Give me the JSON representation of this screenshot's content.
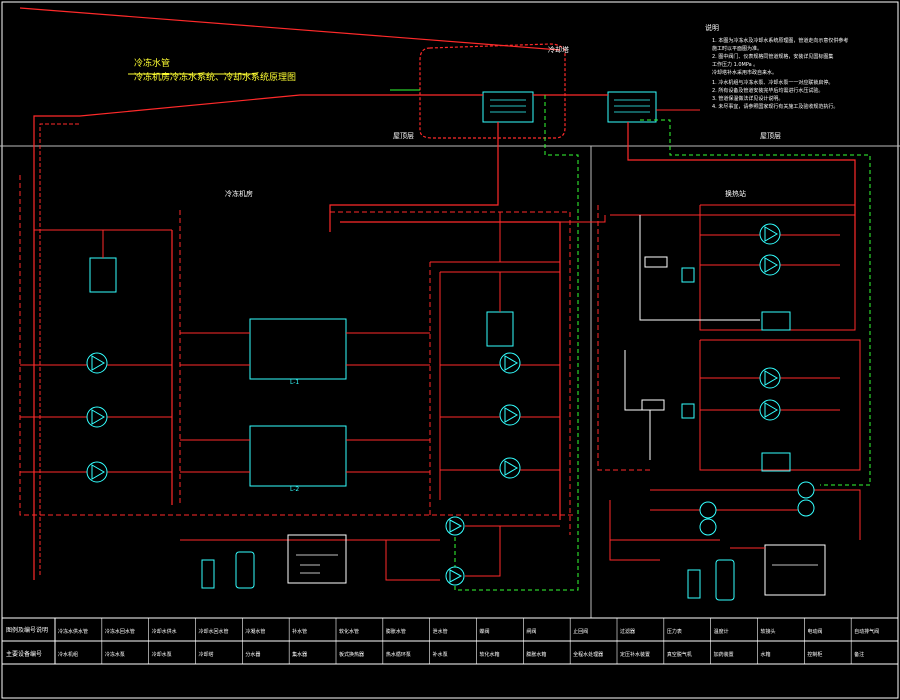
{
  "notes_heading": "说明",
  "note_lines": [
    "1.  本图为冷冻水及冷却水系统原理图，管道走向示意仅供参考",
    "    施工时以平面图为准。",
    "2.  图中阀门、仪表规格同管道规格，安装详见国标图集",
    "    工作压力 1.0MPa 。",
    "    冷却塔补水采用市政自来水。",
    "1.  冷水机组与冷冻水泵、冷却水泵一一对应联锁启停。",
    "2.  所有设备及管道安装完毕后均需进行水压试验。",
    "3.  管道保温做法详见设计说明。",
    "4.  未尽事宜，请参照国家现行有关施工及验收规范执行。"
  ],
  "top_annotation": {
    "line1": "冷冻水管",
    "line2": "冷冻机房冷冻水系统、冷却水系统原理图"
  },
  "zones": {
    "chiller_room": "冷冻机房",
    "heat_room": "换热站",
    "roof_left": "屋顶层",
    "roof_right": "屋顶层",
    "cooling_tower": "冷却塔"
  },
  "legend": {
    "row1_title": "图例及编号说明",
    "row2_title": "主要设备编号",
    "row1": [
      "冷冻水供水管",
      "冷冻水回水管",
      "冷却水供水",
      "冷却水回水管",
      "冷凝水管",
      "补水管",
      "软化水管",
      "膨胀水管",
      "泄水管",
      "蝶阀",
      "闸阀",
      "止回阀",
      "过滤器",
      "压力表",
      "温度计",
      "软接头",
      "电动阀",
      "自动排气阀"
    ],
    "row2": [
      "冷水机组",
      "冷冻水泵",
      "冷却水泵",
      "冷却塔",
      "分水器",
      "集水器",
      "板式换热器",
      "热水循环泵",
      "补水泵",
      "软化水箱",
      "膨胀水箱",
      "全程水处理器",
      "定压补水装置",
      "真空脱气机",
      "加药装置",
      "水箱",
      "控制柜",
      "备注"
    ]
  },
  "colors": {
    "supply": "#ff2a2a",
    "return": "#ff2a2a",
    "makeup": "#33ff33",
    "equipment": "#33ffff",
    "annotation": "#ffff33",
    "frame": "#ffffff"
  }
}
